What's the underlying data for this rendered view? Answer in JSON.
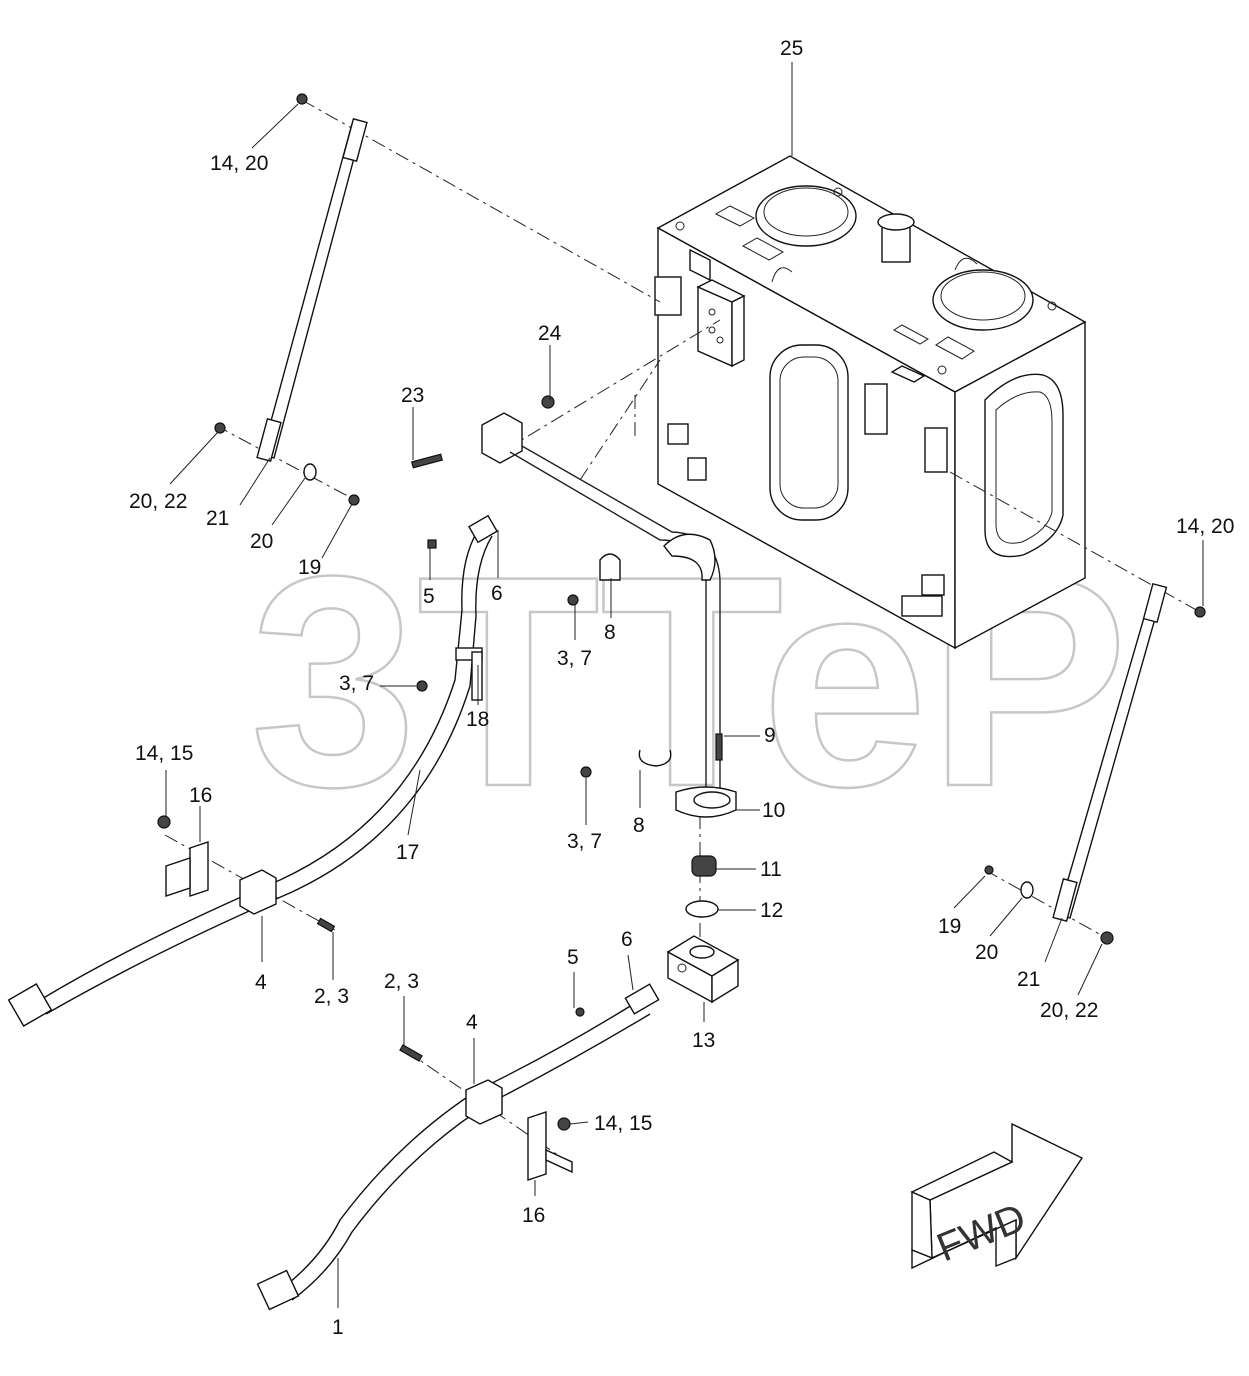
{
  "watermark": {
    "text": "3TTeP",
    "tm": "™"
  },
  "fwd_label": "FWD",
  "callouts": [
    {
      "id": "25",
      "text": "25"
    },
    {
      "id": "14-20-a",
      "text": "14, 20"
    },
    {
      "id": "24",
      "text": "24"
    },
    {
      "id": "23",
      "text": "23"
    },
    {
      "id": "20-22-a",
      "text": "20, 22"
    },
    {
      "id": "21-a",
      "text": "21"
    },
    {
      "id": "20-a",
      "text": "20"
    },
    {
      "id": "19-a",
      "text": "19"
    },
    {
      "id": "5-a",
      "text": "5"
    },
    {
      "id": "6-a",
      "text": "6"
    },
    {
      "id": "8-a",
      "text": "8"
    },
    {
      "id": "3-7-a",
      "text": "3, 7"
    },
    {
      "id": "3-7-b",
      "text": "3, 7"
    },
    {
      "id": "18",
      "text": "18"
    },
    {
      "id": "9",
      "text": "9"
    },
    {
      "id": "10",
      "text": "10"
    },
    {
      "id": "8-b",
      "text": "8"
    },
    {
      "id": "3-7-c",
      "text": "3, 7"
    },
    {
      "id": "14-15-a",
      "text": "14, 15"
    },
    {
      "id": "16-a",
      "text": "16"
    },
    {
      "id": "17",
      "text": "17"
    },
    {
      "id": "11",
      "text": "11"
    },
    {
      "id": "12",
      "text": "12"
    },
    {
      "id": "4-a",
      "text": "4"
    },
    {
      "id": "2-3-a",
      "text": "2, 3"
    },
    {
      "id": "2-3-b",
      "text": "2, 3"
    },
    {
      "id": "5-b",
      "text": "5"
    },
    {
      "id": "6-b",
      "text": "6"
    },
    {
      "id": "13",
      "text": "13"
    },
    {
      "id": "4-b",
      "text": "4"
    },
    {
      "id": "14-15-b",
      "text": "14, 15"
    },
    {
      "id": "16-b",
      "text": "16"
    },
    {
      "id": "1",
      "text": "1"
    },
    {
      "id": "14-20-b",
      "text": "14, 20"
    },
    {
      "id": "19-b",
      "text": "19"
    },
    {
      "id": "20-b",
      "text": "20"
    },
    {
      "id": "21-b",
      "text": "21"
    },
    {
      "id": "20-22-b",
      "text": "20, 22"
    }
  ]
}
